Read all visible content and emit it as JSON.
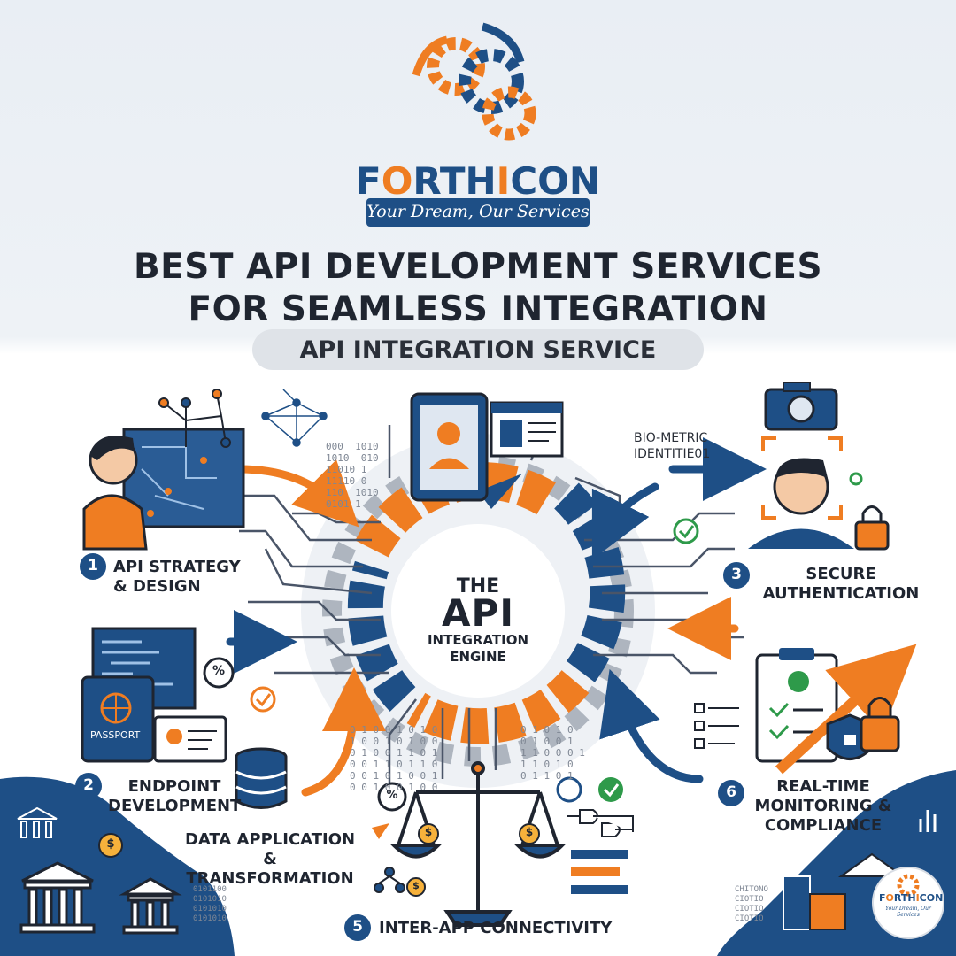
{
  "brand": {
    "name_prefix": "F",
    "name_o": "O",
    "name_mid": "RTH",
    "name_i": "I",
    "name_suffix": "CON",
    "tagline": "Your Dream, Our Services"
  },
  "headline": {
    "line1": "BEST API DEVELOPMENT SERVICES",
    "line2": "FOR SEAMLESS INTEGRATION"
  },
  "subtitle": "API INTEGRATION SERVICE",
  "engine": {
    "line1": "THE",
    "line2": "API",
    "line3": "INTEGRATION",
    "line4": "ENGINE"
  },
  "steps": [
    {
      "number": "1",
      "line1": "API STRATEGY",
      "line2": "& DESIGN"
    },
    {
      "number": "2",
      "line1": "ENDPOINT",
      "line2": "DEVELOPMENT"
    },
    {
      "number": "3",
      "line1": "SECURE",
      "line2": "AUTHENTICATION"
    },
    {
      "number": "",
      "line1": "DATA APPLICATION",
      "line2": "& TRANSFORMATION"
    },
    {
      "number": "5",
      "line1": "INTER-APP CONNECTIVITY",
      "line2": ""
    },
    {
      "number": "6",
      "line1": "REAL-TIME",
      "line2": "MONITORING &",
      "line3": "COMPLIANCE"
    }
  ],
  "annotations": {
    "biometric_line1": "BIO-METRIC",
    "biometric_line2": "IDENTITIE01",
    "passport": "PASSPORT",
    "percent": "%",
    "dollar": "$"
  },
  "binary": {
    "top_left": "000  1010\n1010  010\n11010 1\n11110 0\n110  1010\n0101 1",
    "bottom_center": "0 1 0 0 1 0 1 0\n1 0 0 1 0 1 0 0\n0 1 0 0 1 1 0 1\n0 0 1 1 0 1 1 0\n0 0 1 0 1 0 0 1\n0 0 1 0 0 1 0 0",
    "bottom_right": "0 1 0 1 0\n0 1 0 0 1\n1 1 0 0 0 1\n1 1 0 1 0\n0 1 1 0 1",
    "bottom_left": "0101100\n0101010\n0101010\n0101010",
    "bottom_right2": "CHITONO\nCIOTIO\nCIOTIO\nCIOTIO"
  },
  "colors": {
    "navy": "#1e4f86",
    "orange": "#ef7d22",
    "dark": "#1f2530",
    "pill": "#dfe3e8",
    "green": "#2e9a4a"
  }
}
